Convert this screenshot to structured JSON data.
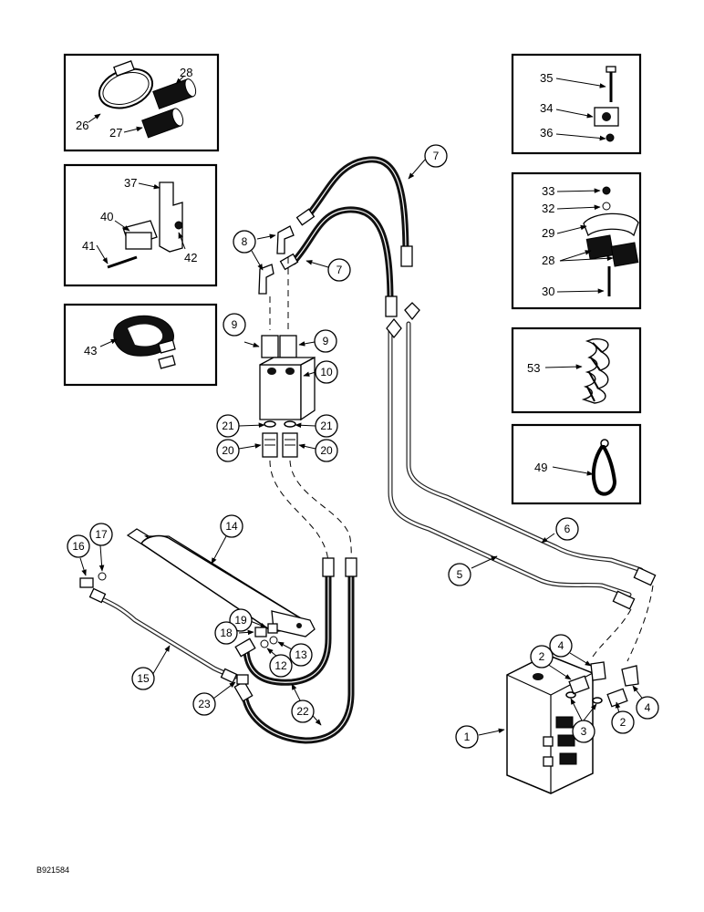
{
  "drawing_code": "B921584",
  "callouts": {
    "c1": "1",
    "c2a": "2",
    "c2b": "2",
    "c3": "3",
    "c4a": "4",
    "c4b": "4",
    "c5": "5",
    "c6": "6",
    "c7a": "7",
    "c7b": "7",
    "c8": "8",
    "c9a": "9",
    "c9b": "9",
    "c10": "10",
    "c12": "12",
    "c13": "13",
    "c14": "14",
    "c15": "15",
    "c16": "16",
    "c17": "17",
    "c18": "18",
    "c19": "19",
    "c20a": "20",
    "c20b": "20",
    "c21a": "21",
    "c21b": "21",
    "c22": "22",
    "c23": "23",
    "c26": "26",
    "c27": "27",
    "c28a": "28",
    "c28b": "28",
    "c29": "29",
    "c30": "30",
    "c32": "32",
    "c33": "33",
    "c34": "34",
    "c35": "35",
    "c36": "36",
    "c37": "37",
    "c40": "40",
    "c41": "41",
    "c42": "42",
    "c43": "43",
    "c49": "49",
    "c53": "53"
  }
}
